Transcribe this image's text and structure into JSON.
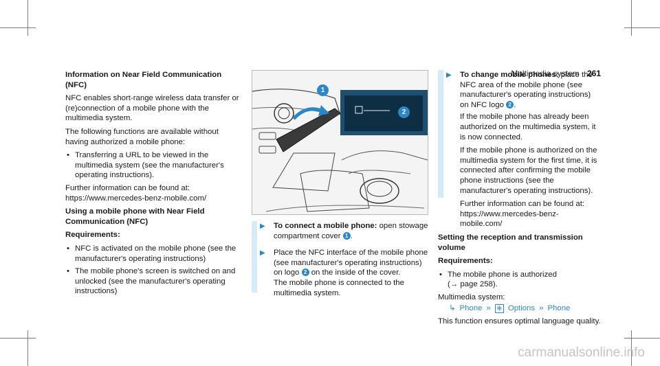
{
  "header": {
    "section": "Multimedia system",
    "page": "261"
  },
  "left": {
    "title": "Information on Near Field Communication (NFC)",
    "intro": "NFC enables short-range wireless data transfer or (re)connection of a mobile phone with the multimedia system.",
    "following": "The following functions are available without having authorized a mobile phone:",
    "bullet1": "Transferring a URL to be viewed in the multimedia system (see the manufacturer's operating instructions).",
    "further": "Further information can be found at: https://www.mercedes-benz-mobile.com/",
    "title2": "Using a mobile phone with Near Field Communication (NFC)",
    "req_label": "Requirements:",
    "req1": "NFC is activated on the mobile phone (see the manufacturer's operating instructions)",
    "req2": "The mobile phone's screen is switched on and unlocked (see the manufacturer's operating instructions)"
  },
  "figure": {
    "callout1": "1",
    "callout2": "2"
  },
  "middle": {
    "step1_bold": "To connect a mobile phone:",
    "step1_a": "open stowage compartment cover",
    "step1_num": "1",
    "step2_a": "Place the NFC interface of the mobile phone (see manufacturer's operating instructions) on logo",
    "step2_num": "2",
    "step2_b": "on the inside of the cover.",
    "step2_c": "The mobile phone is connected to the multimedia system."
  },
  "right": {
    "step_bold": "To change mobile phones:",
    "step_a": "place the NFC area of the mobile phone (see manufacturer's operating instructions) on NFC logo",
    "step_num": "2",
    "step_b": "If the mobile phone has already been authorized on the multimedia system, it is now connected.",
    "step_c": "If the mobile phone is authorized on the multimedia system for the first time, it is connected after confirming the mobile phone instructions (see the manufacturer's operating instructions).",
    "step_d": "Further information can be found at: https://www.mercedes-benz-mobile.com/",
    "title": "Setting the reception and transmission volume",
    "req_label": "Requirements:",
    "req1": "The mobile phone is authorized",
    "req1_ref": "(→ page 258).",
    "menu_label": "Multimedia system:",
    "menu1": "Phone",
    "menu2": "Options",
    "menu3": "Phone",
    "result": "This function ensures optimal language quality."
  },
  "footer": {
    "watermark": "carmanualsonline.info"
  },
  "colors": {
    "accent": "#2a87c8",
    "bar": "#d6eaf7"
  }
}
